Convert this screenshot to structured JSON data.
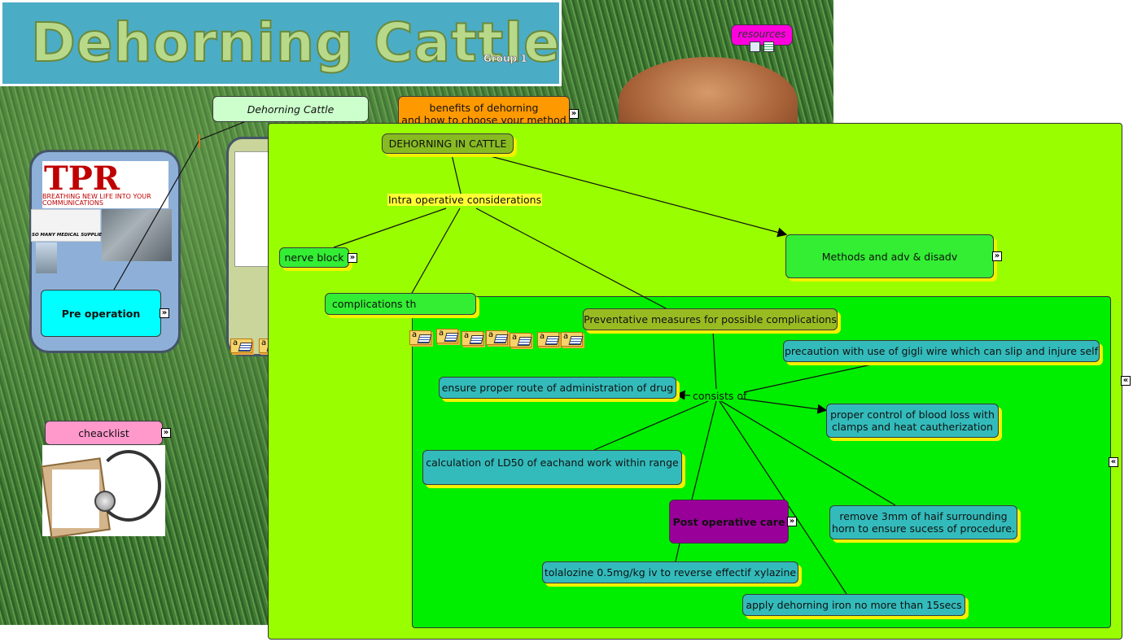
{
  "title": {
    "main": "Dehorning Cattle",
    "sub": "Group 1"
  },
  "resources": {
    "label": "resources"
  },
  "nodes": {
    "root": "Dehorning Cattle",
    "benefits": "benefits of dehorning\nand how to choose your method",
    "pre_operation": "Pre operation",
    "checklist": "cheacklist",
    "dehorning_in_cattle": "DEHORNING IN CATTLE",
    "intra_operative": "Intra operative considerations",
    "nerve_block": "nerve block",
    "complications": "complications th",
    "methods": "Methods and adv & disadv",
    "preventative": "Preventative measures for possible complications",
    "consists_of": "consists of",
    "gigli": "precaution with use of gigli wire which can slip and injure self",
    "route": "ensure proper route of administration of drug",
    "blood_loss": "proper control of blood loss with\nclamps and heat cautherization",
    "ld50": "calculation of LD50  of eachand work within range",
    "post_operative": "Post operative care",
    "hair": "remove 3mm of haif surrounding\nhorn to ensure sucess of procedure.",
    "tolazoline": "tolalozine 0.5mg/kg iv to reverse effectif xylazine",
    "iron": "apply dehorning iron no more than 15secs"
  },
  "images": {
    "tpr_logo": {
      "text": "TPR",
      "tagline": "BREATHING NEW LIFE INTO YOUR COMMUNICATIONS"
    },
    "medical_supplies": {
      "caption": "SO MANY MEDICAL SUPPLIES"
    }
  },
  "icons": [
    "expand-arrow-icon",
    "collapse-arrow-icon",
    "note-icon",
    "image-icon",
    "document-icon"
  ],
  "colors": {
    "canvas_green": "#99ff00",
    "inner_green": "#00ee00",
    "orange_node": "#ff9900",
    "teal_node": "#33bbbb",
    "purple_node": "#990099",
    "cyan_node": "#00ffff",
    "pink_node": "#ff99cc",
    "magenta_node": "#ff00dd",
    "title_blue": "#4bacc6"
  }
}
